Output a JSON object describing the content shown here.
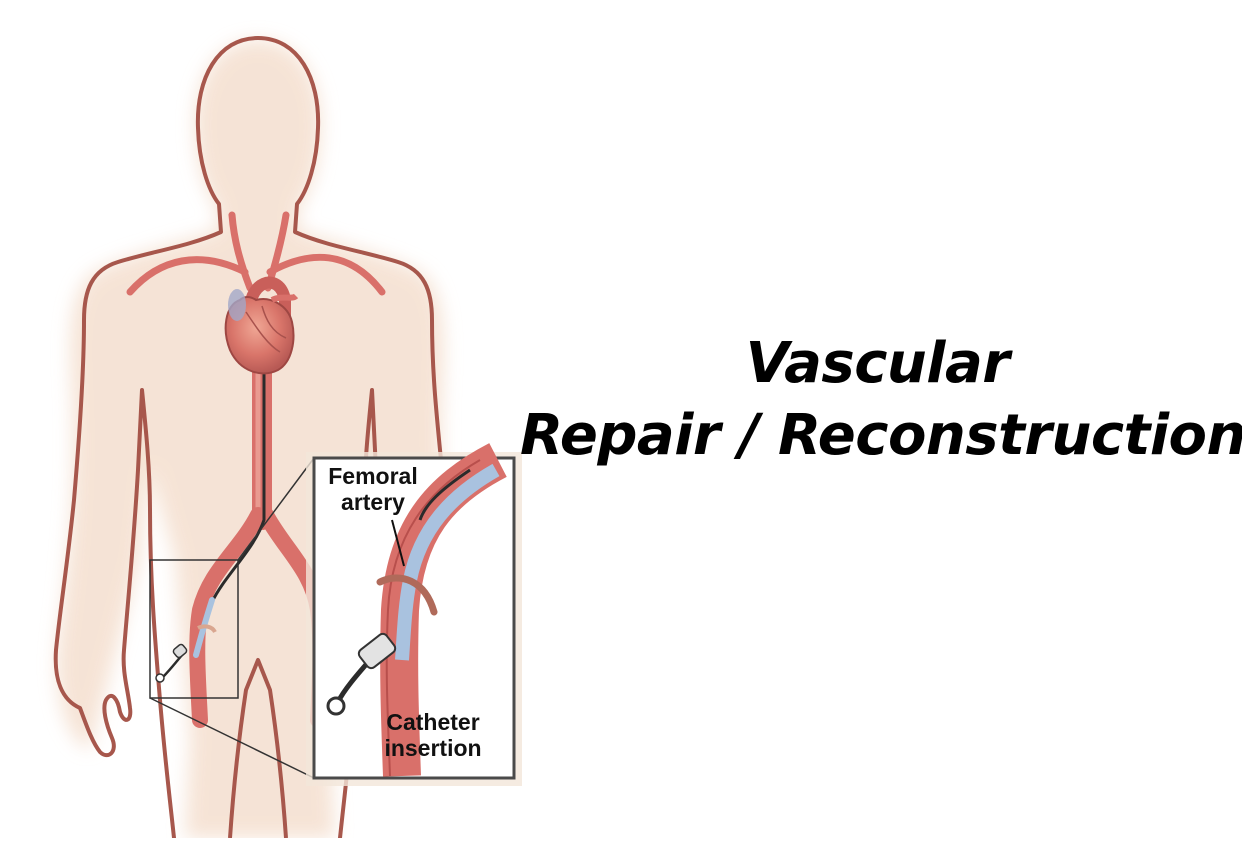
{
  "title": {
    "line1": "Vascular",
    "line2": "Repair / Reconstruction"
  },
  "inset": {
    "label_femoral_line1": "Femoral",
    "label_femoral_line2": "artery",
    "label_catheter_line1": "Catheter",
    "label_catheter_line2": "insertion"
  },
  "colors": {
    "body_outline": "#a7574c",
    "body_glow": "#f3dccb",
    "artery": "#d9706a",
    "artery_dark": "#b84f4c",
    "catheter": "#a9c2df",
    "guidewire": "#2b2b2b",
    "inset_border": "#4a4a4a",
    "title_text": "#000000"
  }
}
